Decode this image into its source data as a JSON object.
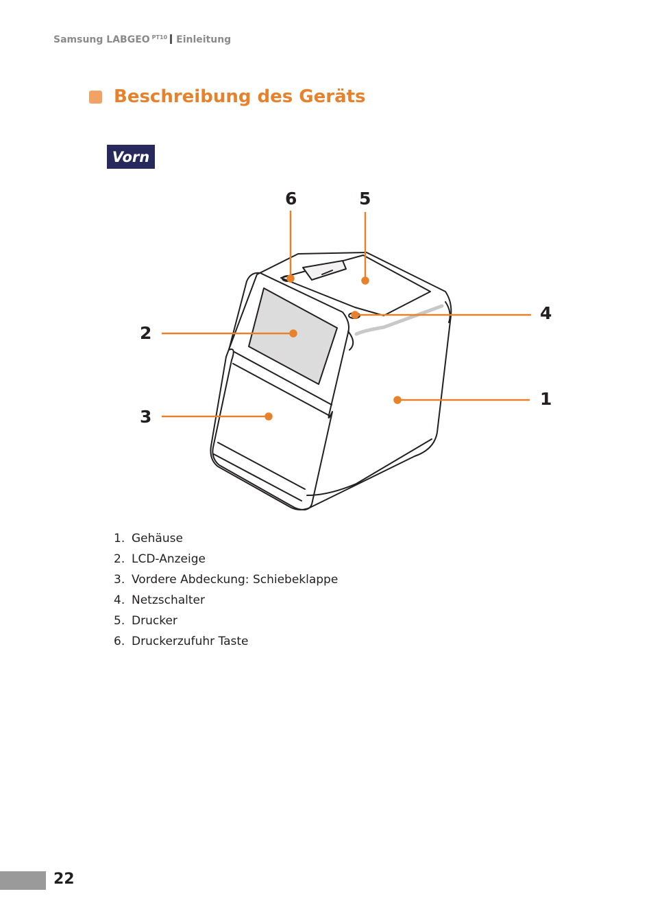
{
  "header": {
    "product": "Samsung LABGEO",
    "model_sup": "PT10",
    "section": "Einleitung"
  },
  "title": "Beschreibung des Geräts",
  "subsection": "Vorn",
  "callouts": {
    "c1": "1",
    "c2": "2",
    "c3": "3",
    "c4": "4",
    "c5": "5",
    "c6": "6"
  },
  "colors": {
    "accent": "#e8812b",
    "accent_light": "#f0a364",
    "subsection_bg": "#27295c",
    "footer_bar": "#9a9a9a"
  },
  "legend": [
    {
      "num": "1.",
      "label": "Gehäuse"
    },
    {
      "num": "2.",
      "label": "LCD-Anzeige"
    },
    {
      "num": "3.",
      "label": "Vordere Abdeckung: Schiebeklappe"
    },
    {
      "num": "4.",
      "label": "Netzschalter"
    },
    {
      "num": "5.",
      "label": "Drucker"
    },
    {
      "num": "6.",
      "label": "Druckerzufuhr Taste"
    }
  ],
  "page_number": "22"
}
